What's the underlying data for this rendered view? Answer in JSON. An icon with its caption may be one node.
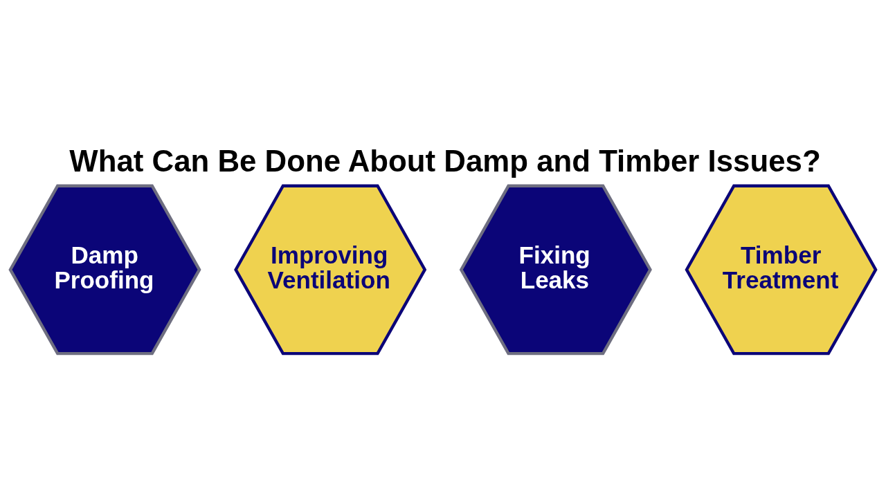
{
  "diagram": {
    "title": "What Can Be Done About Damp and Timber Issues?",
    "nodes": [
      {
        "text": [
          "Damp Proofing"
        ]
      },
      {
        "text": [
          "Improving Ventilation"
        ]
      },
      {
        "text": [
          "Fixing Leaks"
        ]
      },
      {
        "text": [
          "Timber Treatment"
        ]
      }
    ]
  }
}
